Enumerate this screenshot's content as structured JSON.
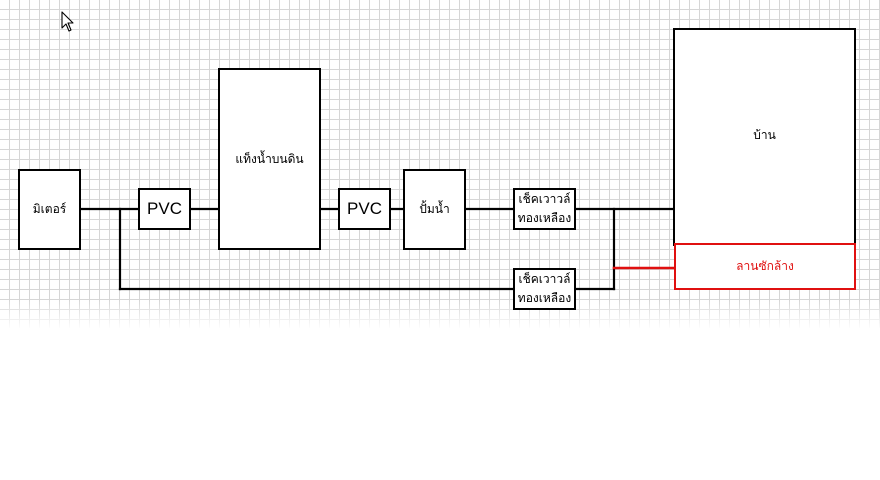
{
  "diagram": {
    "nodes": {
      "meter": "มิเตอร์",
      "pvc_1": "PVC",
      "ground_tank": "แท็งน้ำบนดิน",
      "pvc_2": "PVC",
      "pump": "ปั้มน้ำ",
      "check_valve_top": "เช็คเวาวล์\nทองเหลือง",
      "check_valve_bottom": "เช็คเวาวล์\nทองเหลือง",
      "house": "บ้าน",
      "laundry_area": "ลานซักล้าง"
    },
    "colors": {
      "line": "#000000",
      "highlight": "#e01010",
      "grid": "#d6d6d6"
    },
    "icons": [
      "mouse-pointer-icon"
    ]
  }
}
